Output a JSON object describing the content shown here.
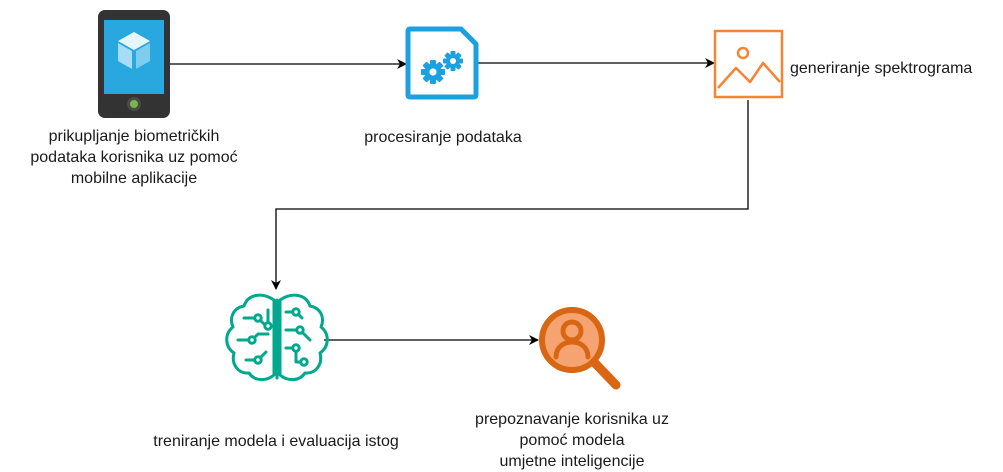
{
  "diagram": {
    "nodes": {
      "mobile": {
        "icon": "mobile-phone-icon",
        "lines": [
          "prikupljanje biometričkih",
          "podataka korisnika uz pomoć",
          "mobilne aplikacije"
        ]
      },
      "processing": {
        "icon": "gear-document-icon",
        "label": "procesiranje podataka"
      },
      "spectrogram": {
        "icon": "image-icon",
        "label": "generiranje spektrograma"
      },
      "training": {
        "icon": "brain-circuit-icon",
        "label": "treniranje modela i evaluacija istog"
      },
      "recognition": {
        "icon": "user-search-icon",
        "lines": [
          "prepoznavanje korisnika uz",
          "pomoć modela",
          "umjetne inteligencije"
        ]
      }
    },
    "colors": {
      "phone_body": "#333333",
      "phone_screen": "#29a8e0",
      "phone_button": "#7ab648",
      "processing_icon": "#1ba1e2",
      "spectrogram_icon": "#f58534",
      "brain_icon": "#01a88d",
      "recognition_icon": "#d86613",
      "recognition_fill": "#f5a471",
      "arrow": "#000000"
    }
  }
}
